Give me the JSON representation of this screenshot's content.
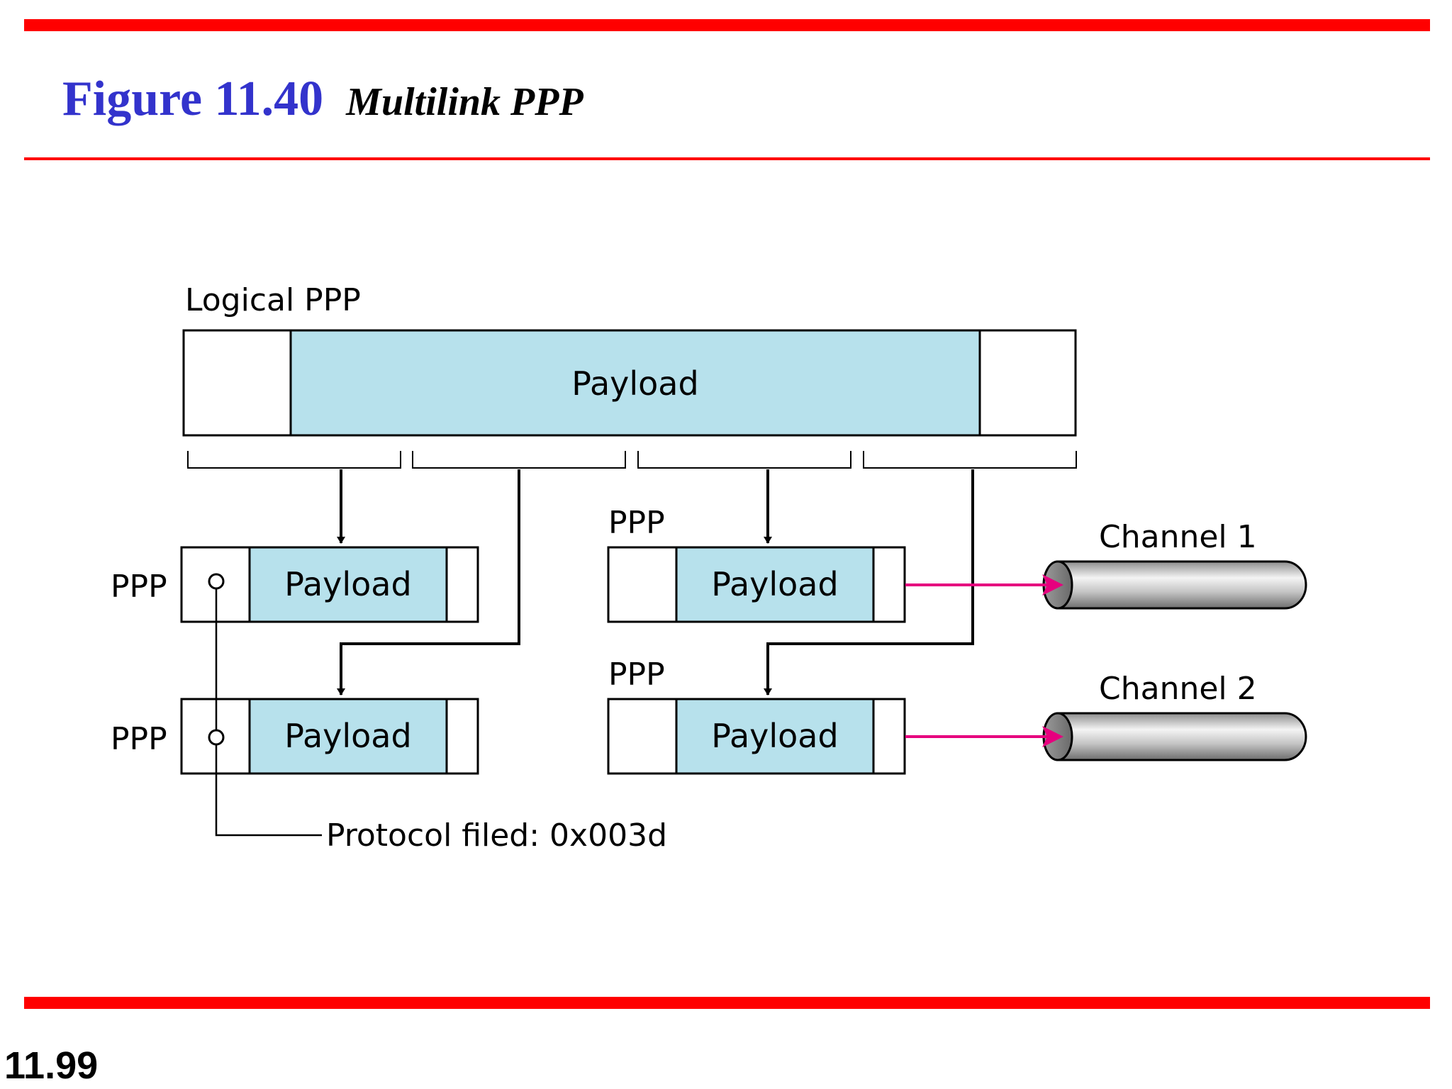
{
  "header": {
    "figure_number": "Figure 11.40",
    "figure_title": "Multilink PPP"
  },
  "diagram": {
    "logical_label": "Logical PPP",
    "logical_payload": "Payload",
    "frames": [
      {
        "id": "frame-1",
        "label": "PPP",
        "payload": "Payload"
      },
      {
        "id": "frame-2",
        "label": "PPP",
        "payload": "Payload"
      },
      {
        "id": "frame-3",
        "label": "PPP",
        "payload": "Payload"
      },
      {
        "id": "frame-4",
        "label": "PPP",
        "payload": "Payload"
      }
    ],
    "channels": [
      {
        "id": "channel-1",
        "label": "Channel 1"
      },
      {
        "id": "channel-2",
        "label": "Channel 2"
      }
    ],
    "protocol_note": "Protocol filed: 0x003d"
  },
  "colors": {
    "rule": "#ff0000",
    "title_blue": "#3333cc",
    "payload_fill": "#b7e1ec",
    "link_arrow": "#e6007e"
  },
  "footer": {
    "page_number": "11.99"
  }
}
